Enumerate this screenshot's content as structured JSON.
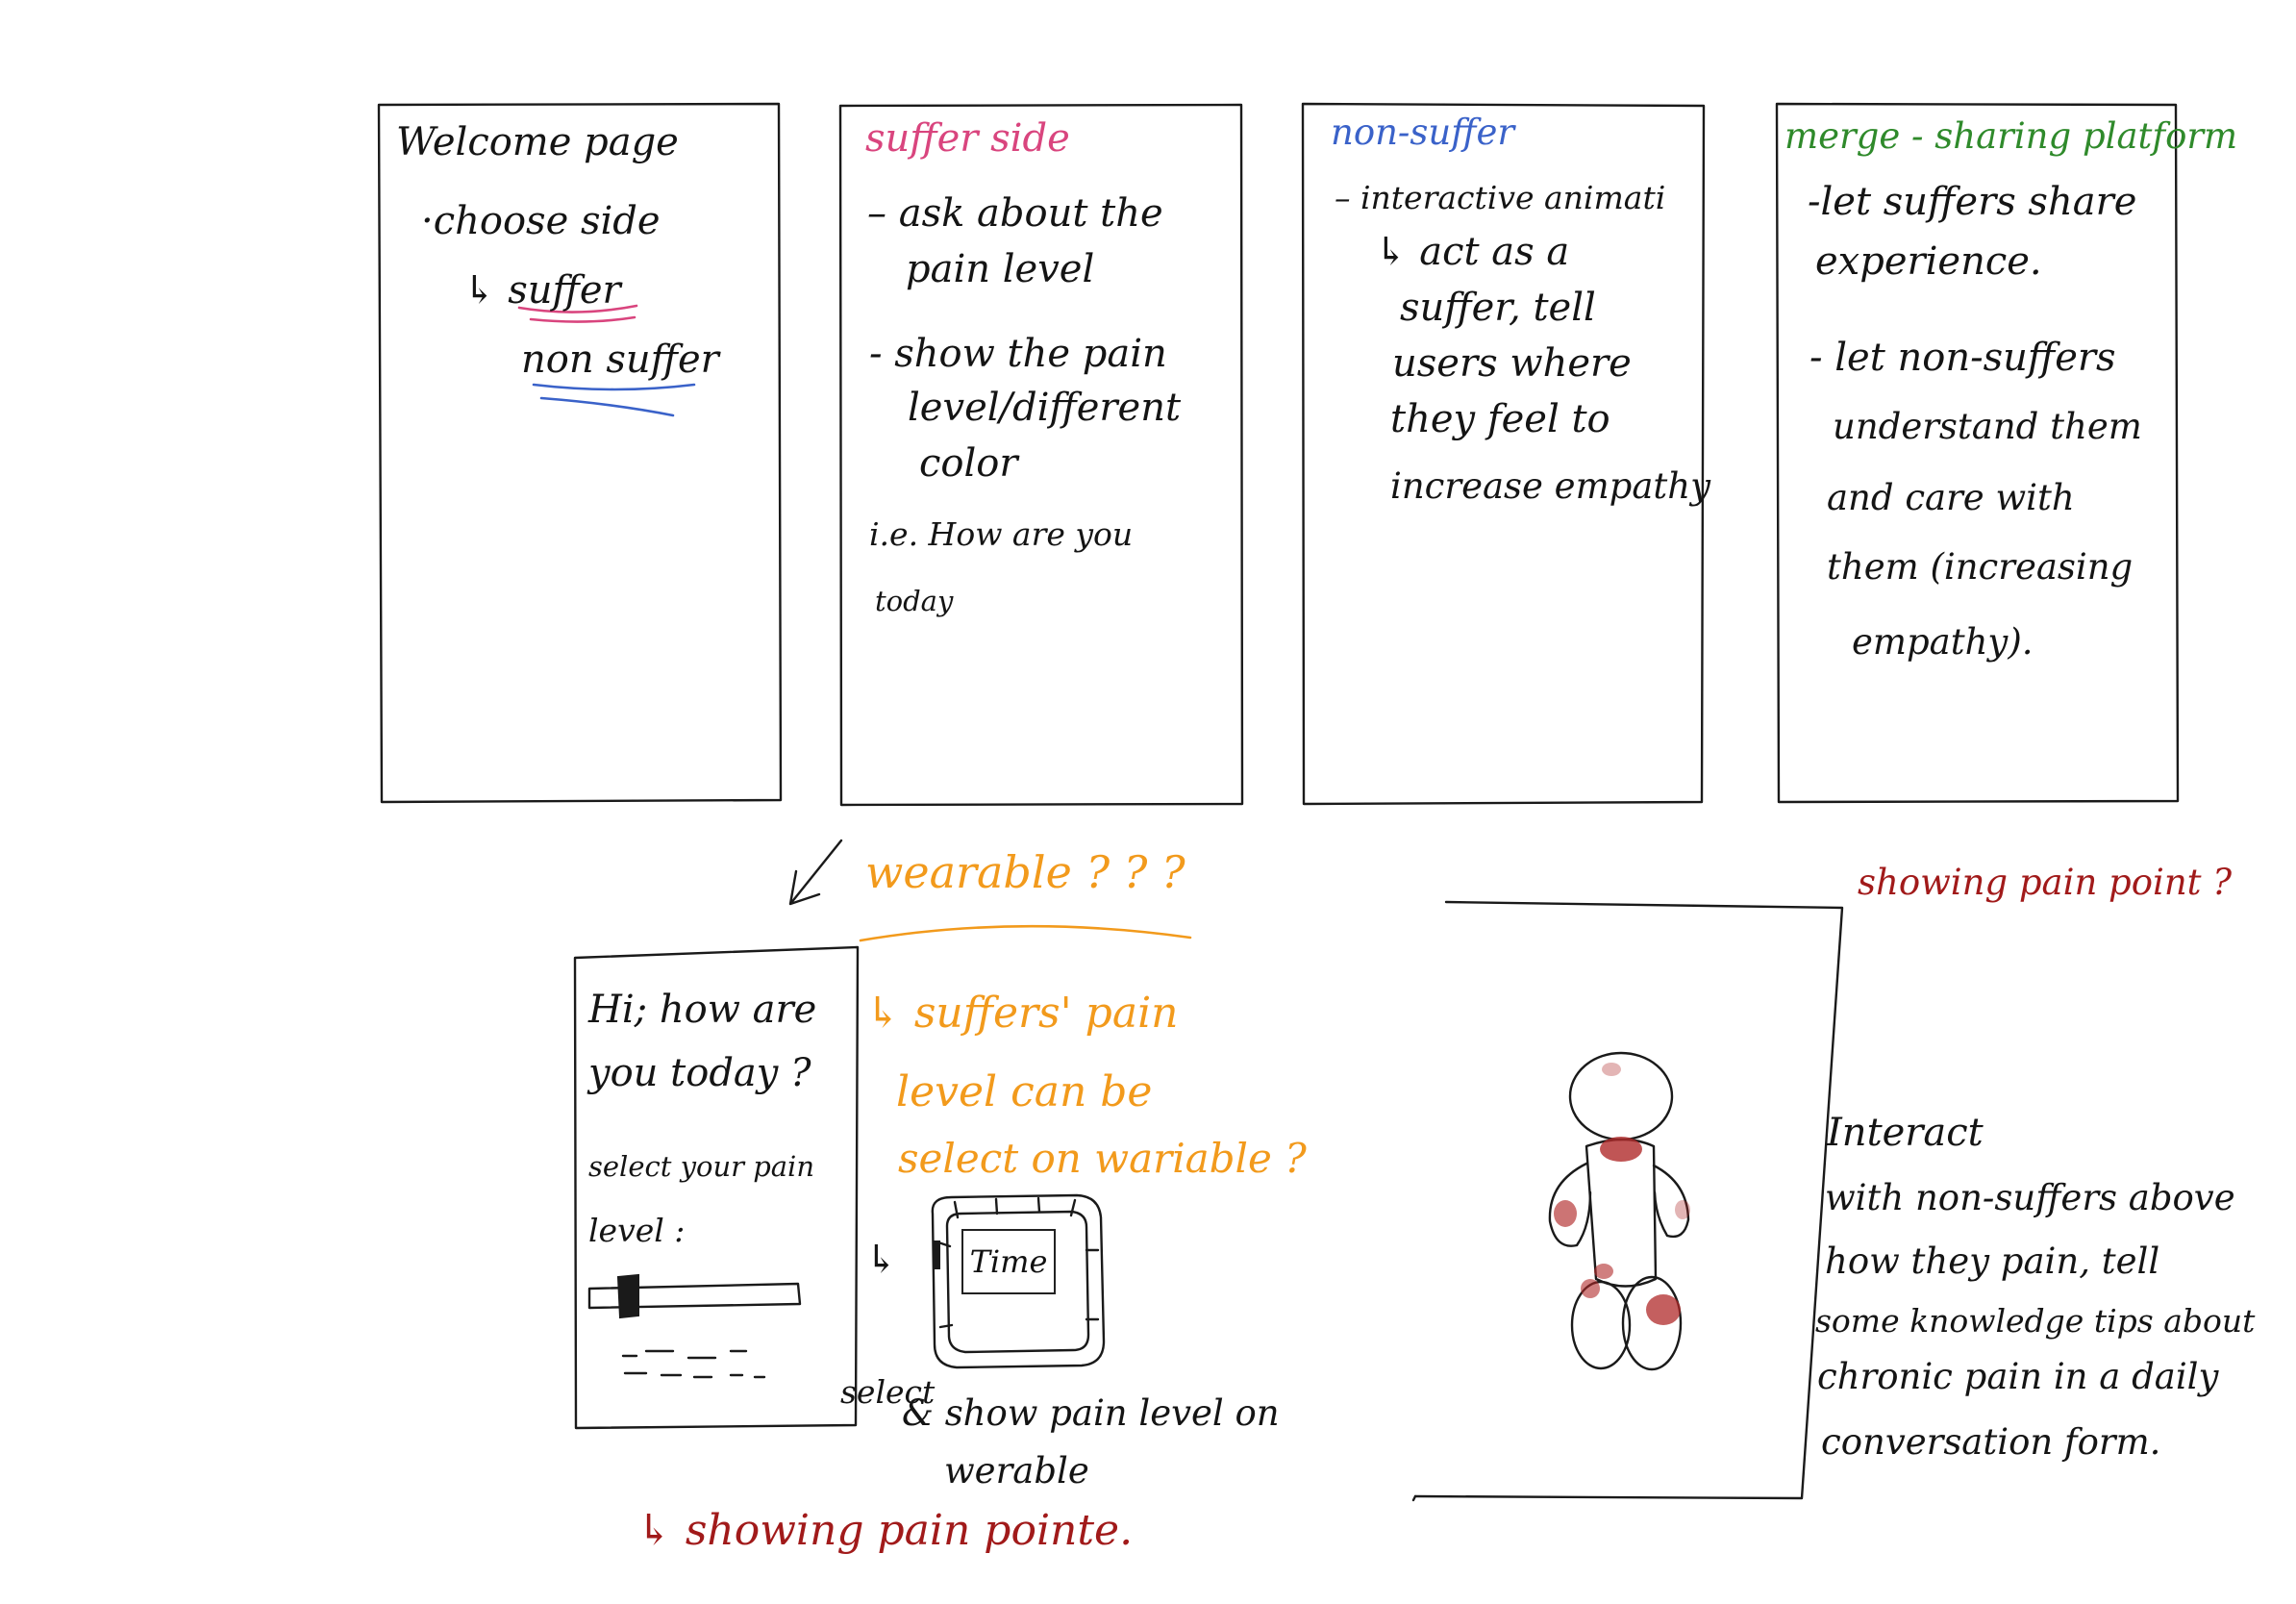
{
  "colors": {
    "ink": "#141414",
    "pink": "#d9457e",
    "blue": "#3a62c9",
    "green": "#2f8a2b",
    "orange": "#f29a1c",
    "red": "#a11a1a",
    "pain_spot": "#b02a2a"
  },
  "cards": [
    {
      "title": "Welcome page",
      "lines": [
        "·choose side",
        "↳ suffer",
        "non suffer"
      ]
    },
    {
      "title": "suffer side",
      "lines": [
        "– ask about the",
        "pain level",
        "- show the pain",
        "level/different",
        "color",
        "i.e. How are you",
        "today"
      ]
    },
    {
      "title": "non-suffer",
      "lines": [
        "– interactive animati",
        "↳ act as a",
        "suffer, tell",
        "users where",
        "they feel to",
        "increase empathy"
      ]
    },
    {
      "title": "merge - sharing platform",
      "lines": [
        "-let suffers share",
        "experience.",
        "- let non-suffers",
        "understand them",
        "and care with",
        "them (increasing",
        "empathy)."
      ]
    }
  ],
  "wearable": {
    "heading": "wearable ? ? ?",
    "note_lines": [
      "↳ suffers' pain",
      "level can be",
      "select on wariable ?"
    ],
    "watch_label": "Time",
    "caption_lines": [
      "select",
      "& show pain level on",
      "werable"
    ],
    "pain_point_note": "↳ showing pain pointe."
  },
  "phone_mock": {
    "greeting_lines": [
      "Hi; how are",
      "you today ?"
    ],
    "prompt_lines": [
      "select your pain",
      "level :"
    ]
  },
  "body_panel": {
    "heading": "showing pain point ?",
    "note_lines": [
      "Interact",
      "with non-suffers above",
      "how they pain, tell",
      "some knowledge tips about",
      "chronic pain in a daily",
      "conversation form."
    ]
  }
}
